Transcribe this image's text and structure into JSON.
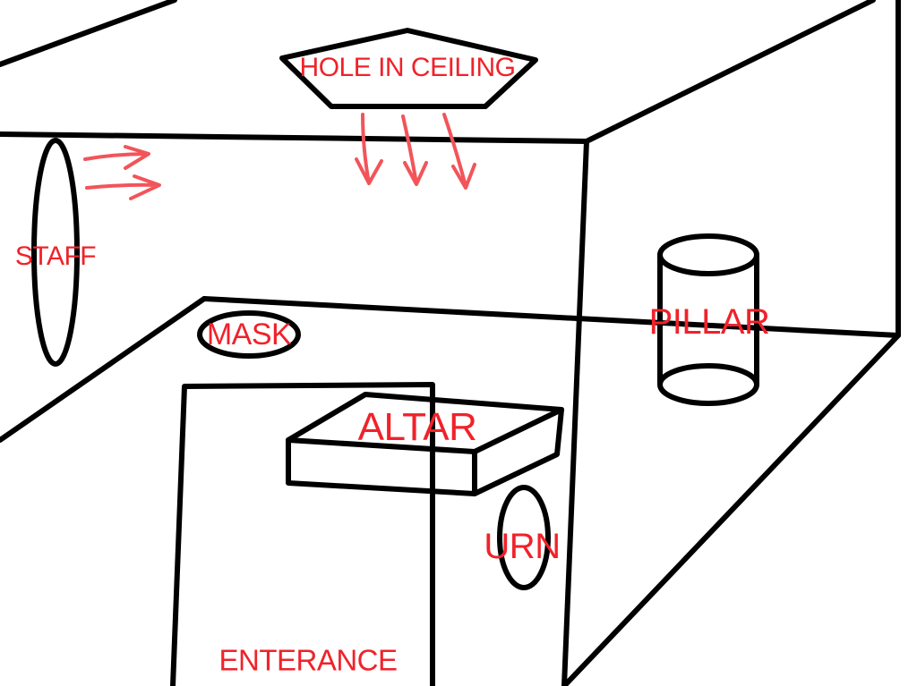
{
  "colors": {
    "ink": "#000000",
    "label": "#f0222a",
    "arrow": "#f2545a",
    "background": "#ffffff"
  },
  "labels": {
    "hole_in_ceiling": "HOLE IN CEILING",
    "staff": "STAFF",
    "mask": "MASK",
    "pillar": "PILLAR",
    "altar": "ALTAR",
    "urn": "URN",
    "entrance": "ENTERANCE"
  }
}
